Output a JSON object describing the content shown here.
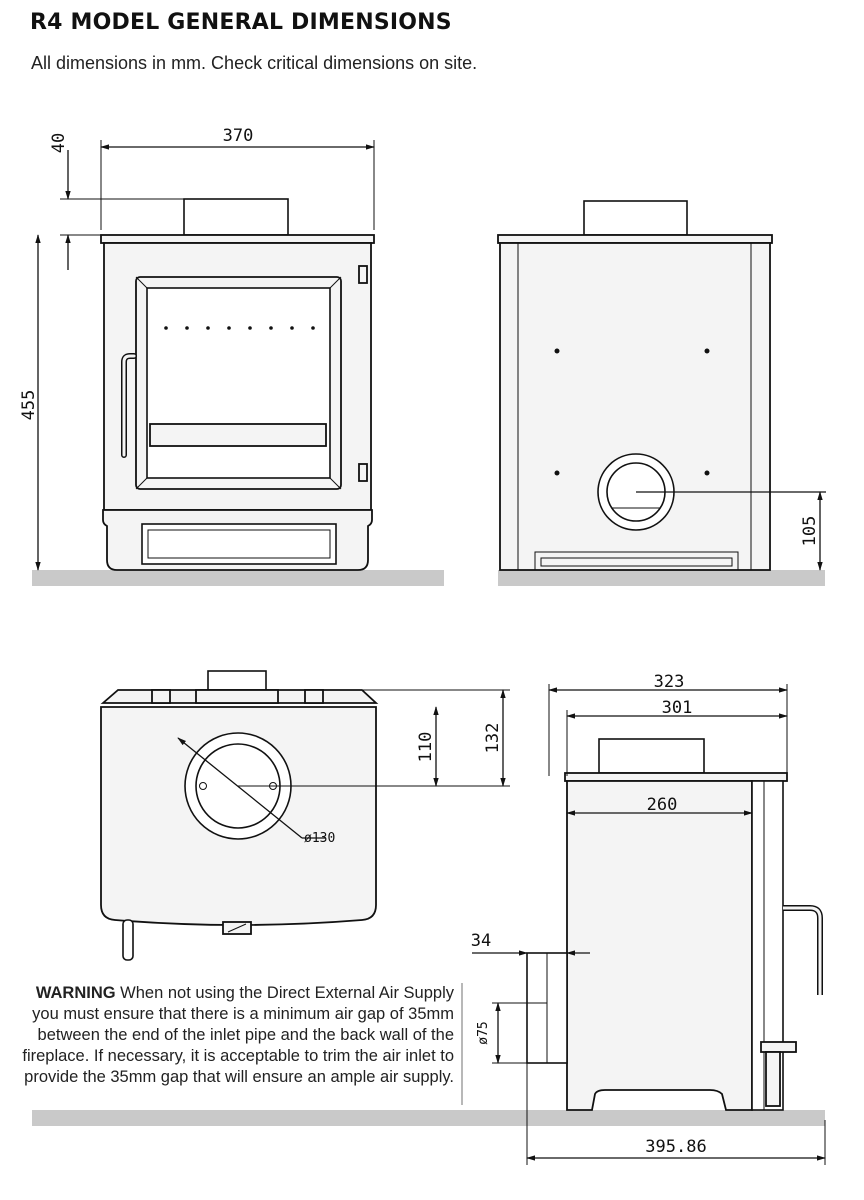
{
  "header": {
    "title": "R4 MODEL GENERAL DIMENSIONS",
    "subtitle": "All dimensions in mm. Check critical dimensions on site."
  },
  "dimensions": {
    "front_width": "370",
    "front_height": "455",
    "flue_height": "40",
    "side_outlet_height": "105",
    "top_depth_outer": "132",
    "top_depth_flue": "110",
    "flue_diameter": "ø130",
    "side_depth_323": "323",
    "side_depth_301": "301",
    "side_depth_260": "260",
    "air_inlet_34": "34",
    "air_inlet_diameter": "ø75",
    "overall_depth": "395.86"
  },
  "warning": {
    "label": "WARNING",
    "text": " When not using the Direct External Air Supply you must ensure that there is a minimum air gap of 35mm between the end of the inlet pipe and the back wall of the fireplace. If necessary, it is acceptable to trim the air inlet to provide the 35mm gap that will ensure an ample air supply."
  }
}
